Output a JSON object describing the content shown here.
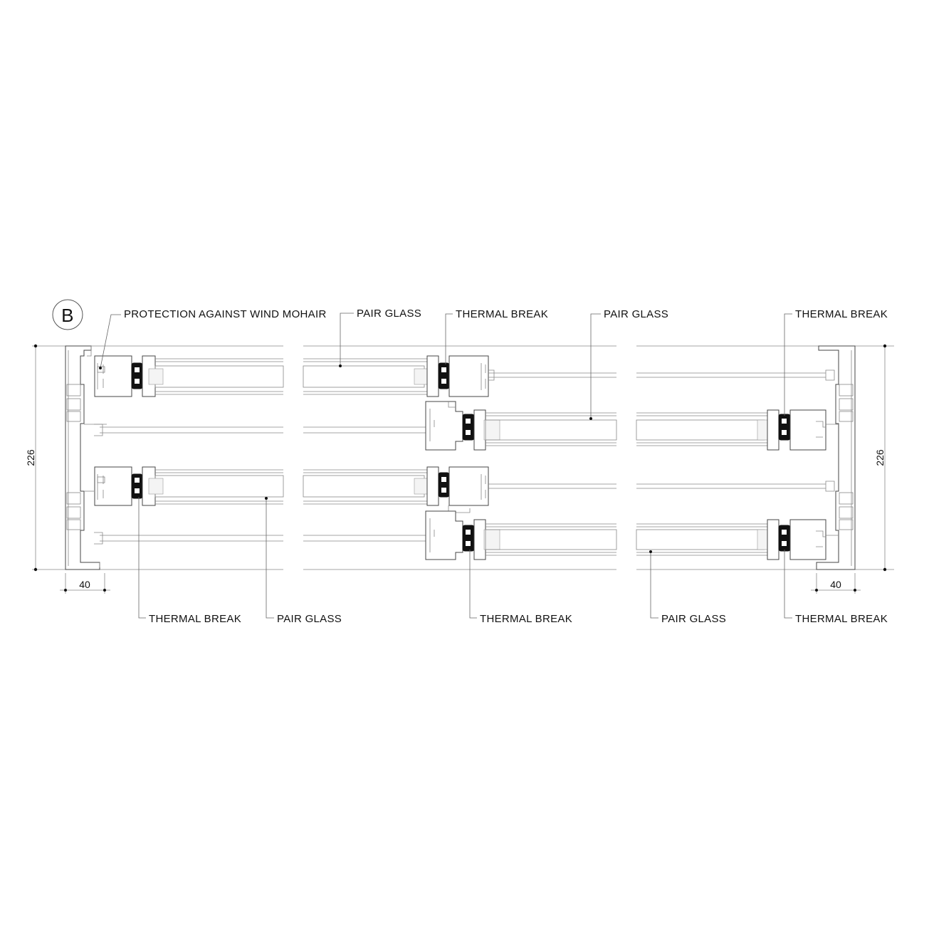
{
  "detail_marker": "B",
  "labels": {
    "protection_mohair": "PROTECTION AGAINST WIND MOHAIR",
    "pair_glass_top_1": "PAIR GLASS",
    "thermal_break_top_1": "THERMAL BREAK",
    "pair_glass_top_2": "PAIR GLASS",
    "thermal_break_top_2": "THERMAL BREAK",
    "thermal_break_bottom_1": "THERMAL BREAK",
    "pair_glass_bottom_1": "PAIR GLASS",
    "thermal_break_bottom_2": "THERMAL BREAK",
    "pair_glass_bottom_2": "PAIR GLASS",
    "thermal_break_bottom_3": "THERMAL BREAK"
  },
  "dimensions": {
    "height_left": "226",
    "height_right": "226",
    "width_left": "40",
    "width_right": "40"
  },
  "colors": {
    "line": "#555555",
    "text": "#111111",
    "gasket": "#111111"
  }
}
